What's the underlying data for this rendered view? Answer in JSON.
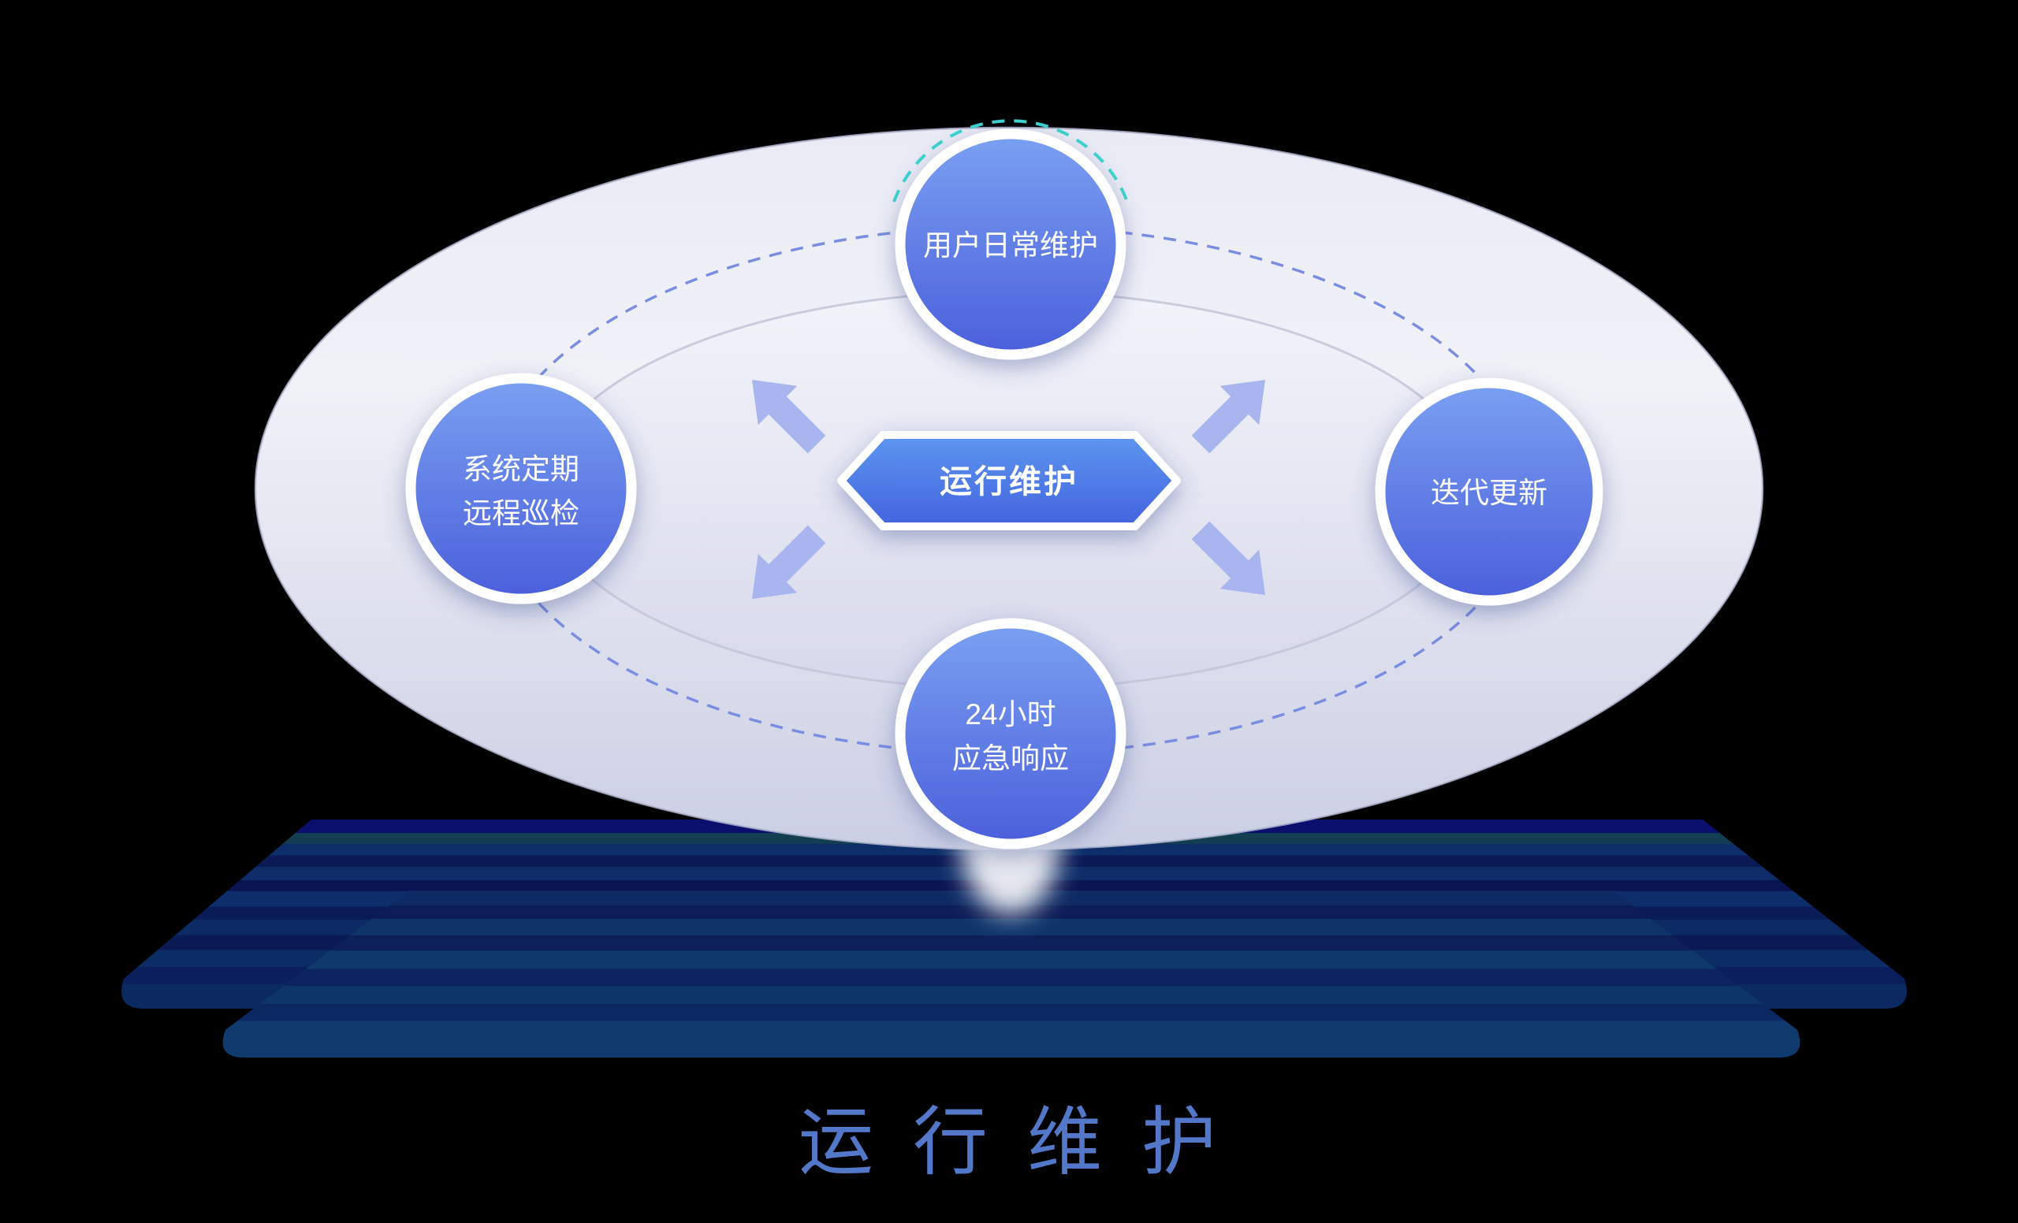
{
  "diagram": {
    "center_node": {
      "label": "运行维护"
    },
    "nodes": {
      "top": {
        "label": "用户日常维护"
      },
      "left": {
        "line1": "系统定期",
        "line2": "远程巡检"
      },
      "right": {
        "label": "迭代更新"
      },
      "bottom": {
        "line1": "24小时",
        "line2": "应急响应"
      }
    },
    "caption": "运行维护",
    "colors": {
      "background": "#000000",
      "node_gradient_top": "#7AA0F2",
      "node_gradient_bottom": "#4B5FDB",
      "node_ring": "#FFFFFF",
      "hex_gradient_top": "#5D97EF",
      "hex_gradient_bottom": "#4363DF",
      "arrow": "#A9B5EF",
      "dashed_orbit": "#7B8DE1",
      "teal_dashed_arc": "#3FD4D0",
      "stage_ellipse_light": "#F1F2F8",
      "stage_ellipse_dark": "#CBCFE4",
      "inner_disc_edge": "#C2C5D8",
      "platform_navy": "#0A1A55",
      "platform_teal_band": "#133D50",
      "caption_text": "#5377C9"
    }
  }
}
